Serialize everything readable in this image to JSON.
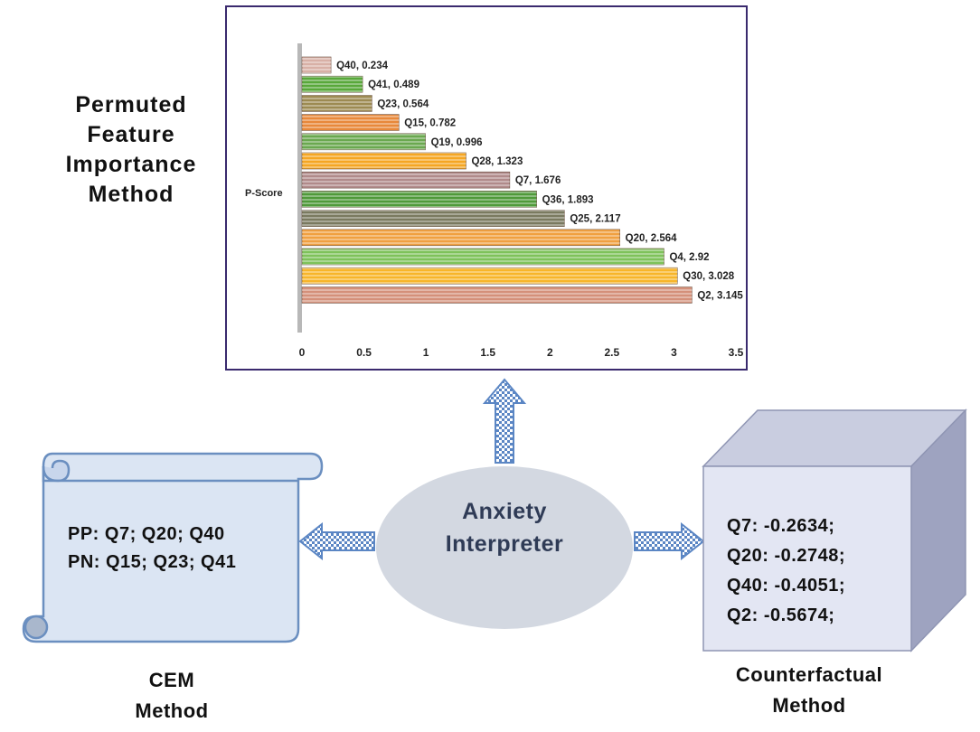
{
  "pfi_label_lines": [
    "Permuted",
    "Feature",
    "Importance",
    "Method"
  ],
  "chart_data": {
    "type": "bar",
    "orientation": "horizontal",
    "ylabel": "P-Score",
    "categories": [
      "Q40",
      "Q41",
      "Q23",
      "Q15",
      "Q19",
      "Q28",
      "Q7",
      "Q36",
      "Q25",
      "Q20",
      "Q4",
      "Q30",
      "Q2"
    ],
    "values": [
      0.234,
      0.489,
      0.564,
      0.782,
      0.996,
      1.323,
      1.676,
      1.893,
      2.117,
      2.564,
      2.92,
      3.028,
      3.145
    ],
    "data_labels": [
      "Q40, 0.234",
      "Q41, 0.489",
      "Q23, 0.564",
      "Q15, 0.782",
      "Q19, 0.996",
      "Q28, 1.323",
      "Q7, 1.676",
      "Q36, 1.893",
      "Q25, 2.117",
      "Q20, 2.564",
      "Q4, 2.92",
      "Q30, 3.028",
      "Q2, 3.145"
    ],
    "xticks": [
      "0",
      "0.5",
      "1",
      "1.5",
      "2",
      "2.5",
      "3",
      "3.5"
    ],
    "xlim": [
      0,
      3.5
    ],
    "bar_colors": [
      "#d8b0a6",
      "#58a83a",
      "#9c8a52",
      "#e8883a",
      "#6aa84f",
      "#f5a623",
      "#b08a8a",
      "#4f9a3a",
      "#7a7a60",
      "#f0a040",
      "#7ec25a",
      "#f7b52a",
      "#d4907a"
    ]
  },
  "cem": {
    "pp": "PP: Q7; Q20; Q40",
    "pn": "PN: Q15; Q23; Q41",
    "caption_lines": [
      "CEM",
      "Method"
    ]
  },
  "center_label_lines": [
    "Anxiety",
    "Interpreter"
  ],
  "counterfactual": {
    "lines": [
      "Q7: -0.2634;",
      "Q20: -0.2748;",
      "Q40: -0.4051;",
      "Q2: -0.5674;"
    ],
    "caption_lines": [
      "Counterfactual",
      "Method"
    ]
  },
  "colors": {
    "frame": "#3a2a6e",
    "scroll_fill": "#dbe5f3",
    "scroll_stroke": "#6b8fc0",
    "ellipse_fill": "#d3d8e1",
    "cube_front": "#e3e6f3",
    "cube_top": "#c9cde0",
    "cube_side": "#9ea3c0",
    "arrow_blue": "#5b86c4"
  }
}
